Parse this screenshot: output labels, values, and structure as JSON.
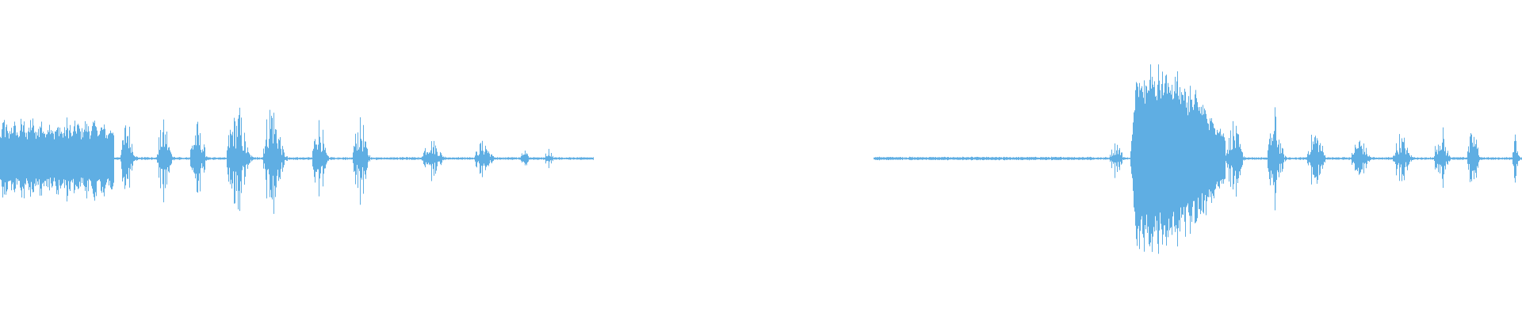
{
  "waveform": {
    "color": "#5faee3",
    "background": "#ffffff",
    "silent_gap": [
      0.39,
      0.58
    ],
    "segments": [
      {
        "from": 0.0,
        "to": 0.075,
        "amp": 0.25,
        "kind": "dense"
      },
      {
        "from": 0.079,
        "to": 0.093,
        "amp": 0.26,
        "kind": "burst"
      },
      {
        "from": 0.103,
        "to": 0.117,
        "amp": 0.26,
        "kind": "burst"
      },
      {
        "from": 0.125,
        "to": 0.14,
        "amp": 0.25,
        "kind": "burst"
      },
      {
        "from": 0.149,
        "to": 0.17,
        "amp": 0.36,
        "kind": "burst"
      },
      {
        "from": 0.173,
        "to": 0.192,
        "amp": 0.4,
        "kind": "burst"
      },
      {
        "from": 0.205,
        "to": 0.218,
        "amp": 0.3,
        "kind": "burst"
      },
      {
        "from": 0.232,
        "to": 0.247,
        "amp": 0.28,
        "kind": "burst"
      },
      {
        "from": 0.277,
        "to": 0.298,
        "amp": 0.15,
        "kind": "burst"
      },
      {
        "from": 0.312,
        "to": 0.329,
        "amp": 0.13,
        "kind": "burst"
      },
      {
        "from": 0.342,
        "to": 0.35,
        "amp": 0.06,
        "kind": "burst"
      },
      {
        "from": 0.358,
        "to": 0.366,
        "amp": 0.07,
        "kind": "burst"
      },
      {
        "from": 0.574,
        "to": 0.718,
        "amp": 0.01,
        "kind": "flat"
      },
      {
        "from": 0.729,
        "to": 0.742,
        "amp": 0.13,
        "kind": "burst"
      },
      {
        "from": 0.742,
        "to": 0.805,
        "amp": 0.58,
        "kind": "loud"
      },
      {
        "from": 0.805,
        "to": 0.822,
        "amp": 0.25,
        "kind": "burst"
      },
      {
        "from": 0.833,
        "to": 0.848,
        "amp": 0.3,
        "kind": "burst"
      },
      {
        "from": 0.859,
        "to": 0.876,
        "amp": 0.21,
        "kind": "burst"
      },
      {
        "from": 0.888,
        "to": 0.905,
        "amp": 0.15,
        "kind": "burst"
      },
      {
        "from": 0.915,
        "to": 0.933,
        "amp": 0.16,
        "kind": "burst"
      },
      {
        "from": 0.942,
        "to": 0.956,
        "amp": 0.21,
        "kind": "burst"
      },
      {
        "from": 0.964,
        "to": 0.976,
        "amp": 0.2,
        "kind": "burst"
      },
      {
        "from": 0.994,
        "to": 1.0,
        "amp": 0.18,
        "kind": "burst"
      }
    ]
  }
}
